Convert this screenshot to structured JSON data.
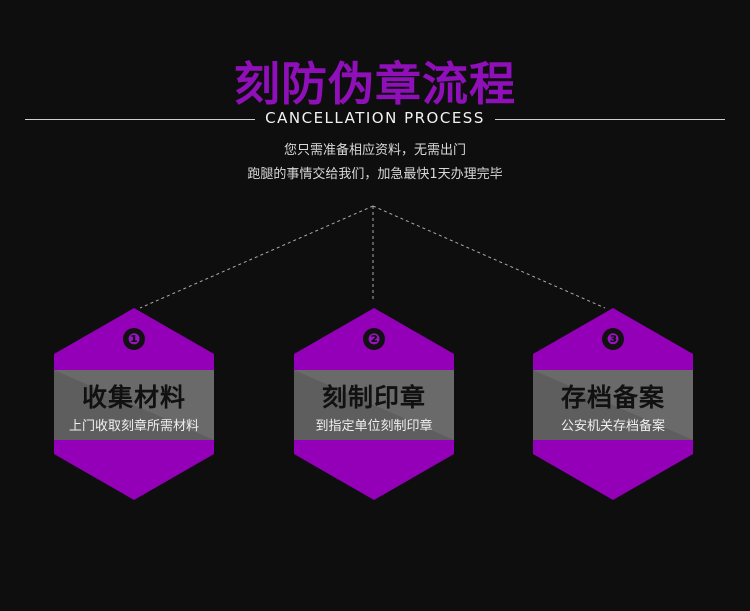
{
  "header": {
    "title": "刻防伪章流程",
    "subtitle": "CANCELLATION PROCESS",
    "desc_line1": "您只需准备相应资料，无需出门",
    "desc_line2": "跑腿的事情交给我们，加急最快1天办理完毕"
  },
  "steps": [
    {
      "number": "❶",
      "title": "收集材料",
      "desc": "上门收取刻章所需材料"
    },
    {
      "number": "❷",
      "title": "刻制印章",
      "desc": "到指定单位刻制印章"
    },
    {
      "number": "❸",
      "title": "存档备案",
      "desc": "公安机关存档备案"
    }
  ],
  "colors": {
    "background": "#0e0e0e",
    "accent_purple": "#9400b8",
    "band_gray": "#5a5a5a",
    "title_purple": "#8f0fb8"
  }
}
